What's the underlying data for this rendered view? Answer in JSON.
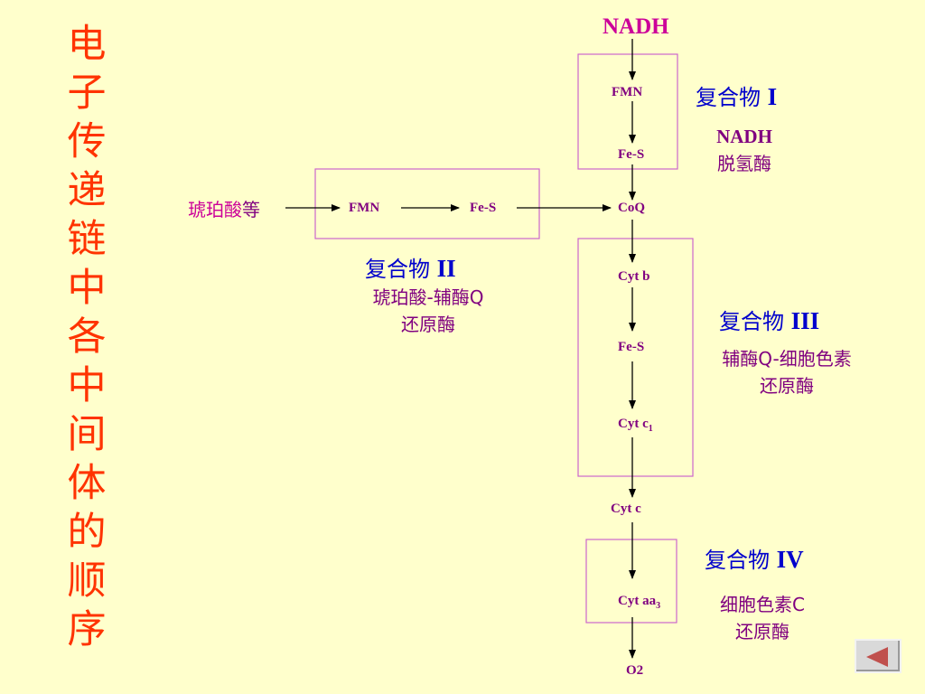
{
  "title_chars": [
    "电",
    "子",
    "传",
    "递",
    "链",
    "中",
    "各",
    "中",
    "间",
    "体",
    "的",
    "顺",
    "序"
  ],
  "nodes": {
    "nadh_top": "NADH",
    "fmn_1": "FMN",
    "fes_1": "Fe-S",
    "coq": "CoQ",
    "fmn_2": "FMN",
    "fes_2": "Fe-S",
    "cyt_b": "Cyt b",
    "fes_3": "Fe-S",
    "cyt_c1": "Cyt c",
    "cyt_c1_sub": "1",
    "cyt_c": "Cyt c",
    "cyt_aa3": "Cyt aa",
    "cyt_aa3_sub": "3",
    "o2": "O2"
  },
  "succinate": {
    "name": "琥珀酸",
    "suffix": "等"
  },
  "complexes": {
    "c1": {
      "prefix": "复合物 ",
      "roman": "I",
      "enzyme_line1": "NADH",
      "enzyme_line2": "脱氢酶"
    },
    "c2": {
      "prefix": "复合物 ",
      "roman": "II",
      "enzyme_line1": "琥珀酸-辅酶Q",
      "enzyme_line2": "还原酶"
    },
    "c3": {
      "prefix": "复合物 ",
      "roman": "III",
      "enzyme_line1": "辅酶Q-细胞色素",
      "enzyme_line2": "还原酶"
    },
    "c4": {
      "prefix": "复合物 ",
      "roman": "IV",
      "enzyme_line1": "细胞色素C",
      "enzyme_line2": "还原酶"
    }
  },
  "colors": {
    "background": "#FFFFCC",
    "title": "#FF3300",
    "complex_label": "#0000CC",
    "node_text": "#800080",
    "nadh_top": "#CC0099",
    "box_border": "#CC66CC"
  },
  "nav": {
    "icon": "previous-arrow-icon"
  }
}
